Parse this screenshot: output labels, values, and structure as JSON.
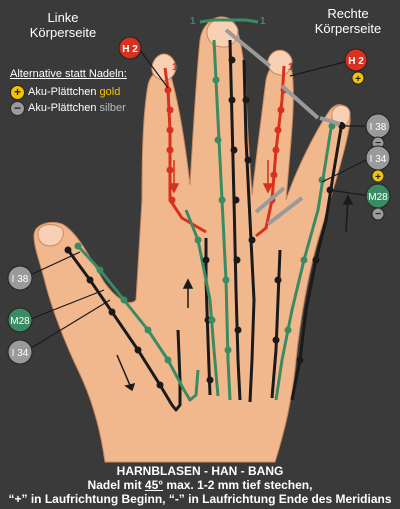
{
  "header": {
    "left_line1": "Linke",
    "left_line2": "Körperseite",
    "right_line1": "Rechte",
    "right_line2": "Körperseite"
  },
  "legend": {
    "title": "Alternative statt Nadeln:",
    "gold_prefix": "Aku-Plättchen ",
    "gold_word": "gold",
    "silver_prefix": "Aku-Plättchen ",
    "silver_word": "silber",
    "plus": "+",
    "minus": "−"
  },
  "labels": {
    "h2": "H 2",
    "i38": "I 38",
    "i34": "I 34",
    "m28": "M28",
    "one": "1"
  },
  "footer": {
    "line1": "HARNBLASEN - HAN - BANG",
    "line2_a": "Nadel mit ",
    "line2_angle": "45°",
    "line2_b": " max. 1-2 mm tief stechen,",
    "line3": "“+” in Laufrichtung Beginn, “-” in Laufrichtung Ende des Meridians"
  },
  "colors": {
    "background": "#3a3a3a",
    "skin": "#f2b88d",
    "red": "#d8311f",
    "green": "#3a8a63",
    "black": "#1a1a1a",
    "gold": "#f5c400",
    "silver": "#9a9a9a"
  }
}
